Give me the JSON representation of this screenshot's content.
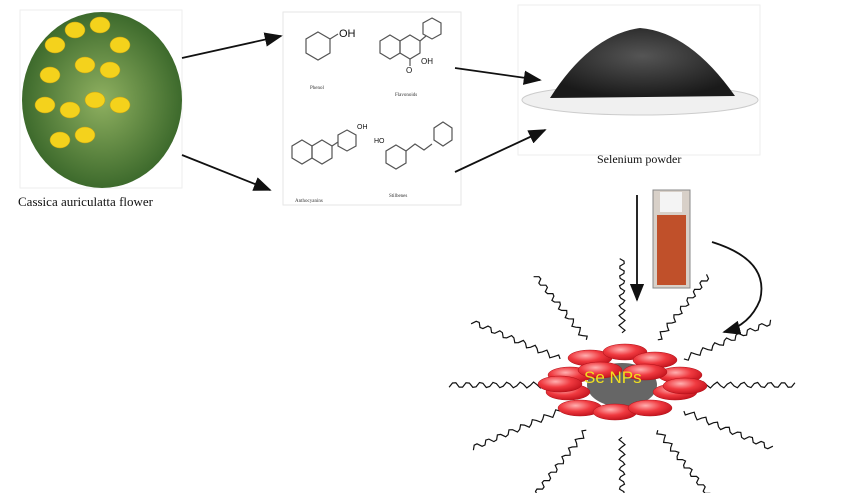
{
  "flower": {
    "label": "Cassica auriculatta flower"
  },
  "compounds": [
    {
      "name": "Phenol",
      "oh": "OH"
    },
    {
      "name": "Flavonoids",
      "oh": "OH",
      "o": "O"
    },
    {
      "name": "Anthocyanins",
      "oh": "OH"
    },
    {
      "name": "Stilbenes",
      "oh": "HO"
    }
  ],
  "powder": {
    "label": "Selenium powder"
  },
  "nanoparticle": {
    "label": "Se NPs"
  },
  "colors": {
    "petal": "#f4d21c",
    "leaf": "#5a8a3a",
    "shell": "#e8222c",
    "core": "#555555",
    "solution": "#c0502a"
  }
}
